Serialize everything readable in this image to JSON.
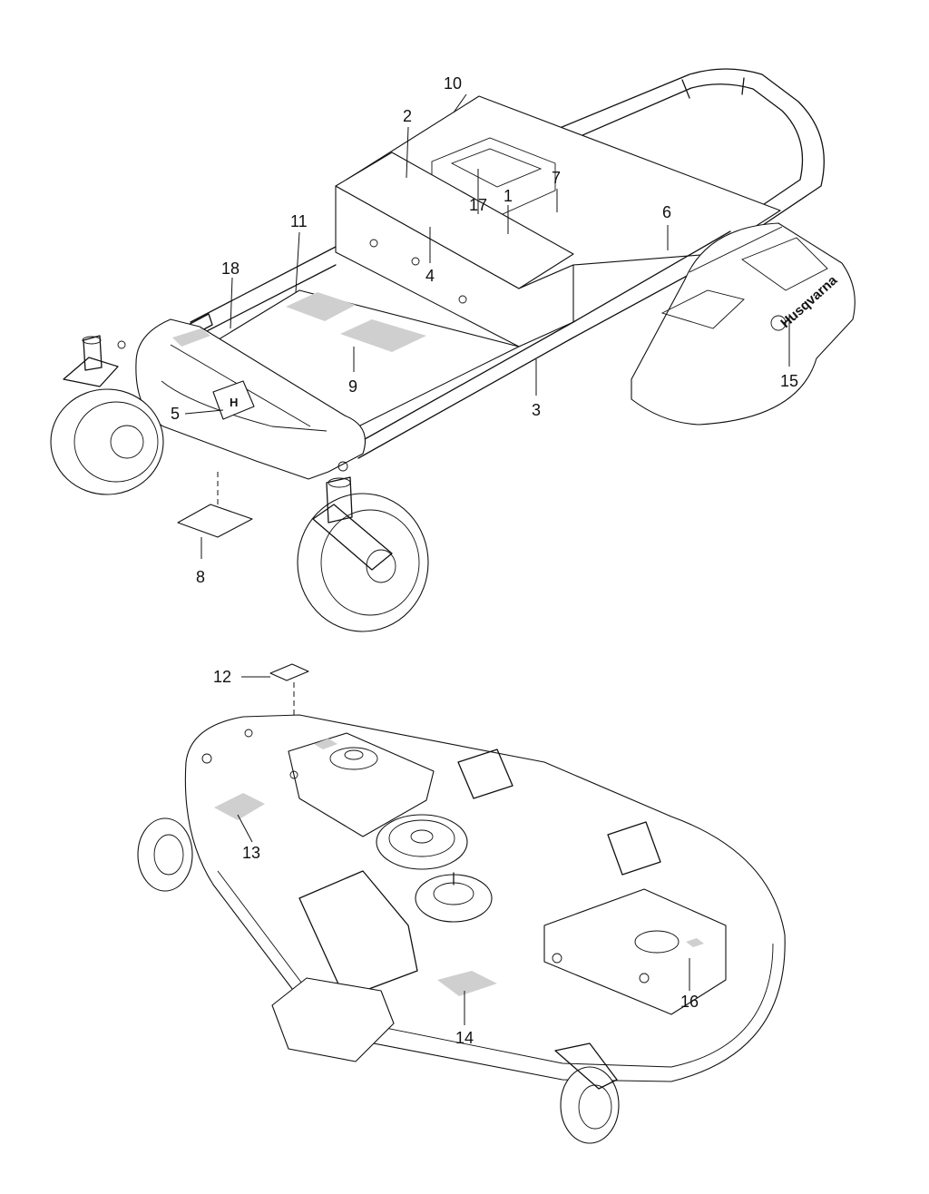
{
  "brand": {
    "logo_text": "Husqvarna",
    "logo_mark": "H"
  },
  "callouts": [
    "1",
    "2",
    "3",
    "4",
    "5",
    "6",
    "7",
    "8",
    "9",
    "10",
    "11",
    "12",
    "13",
    "14",
    "15",
    "16",
    "17",
    "18"
  ]
}
